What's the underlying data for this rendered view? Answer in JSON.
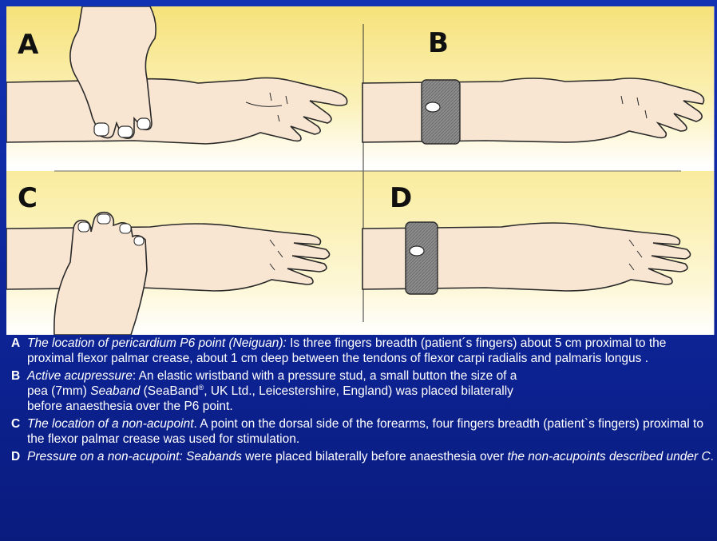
{
  "panels": [
    {
      "letter": "A"
    },
    {
      "letter": "B"
    },
    {
      "letter": "C"
    },
    {
      "letter": "D"
    }
  ],
  "colors": {
    "page_blue": "#1030b0",
    "panel_yellow": "#f7e98a",
    "skin": "#f9e4cf",
    "band": "#8a8a8a"
  },
  "captions": [
    {
      "letter": "A",
      "italic_lead": "The location of pericardium P6 point (Neiguan):",
      "text": " Is three fingers breadth (patient´s fingers) about 5 cm proximal to the proximal flexor palmar crease, about 1 cm deep between the tendons of flexor carpi radialis and palmaris longus ."
    },
    {
      "letter": "B",
      "italic_lead": "Active acupressure",
      "text_1": ": An elastic wristband with a pressure stud, a small button the size of a pea (7mm) ",
      "italic_mid": "Seaband",
      "text_2": " (SeaBand",
      "sup": "®",
      "text_3": ", UK Ltd., Leicestershire, England) was placed bilaterally before anaesthesia over the P6 point."
    },
    {
      "letter": "C",
      "italic_lead": "The location of a non-acupoint",
      "text": ". A point on the dorsal side of the forearms, four fingers breadth (patient`s fingers) proximal to the flexor palmar crease was used for stimulation."
    },
    {
      "letter": "D",
      "italic_lead": "Pressure on a non-acupoint: Seabands",
      "text_1": "  were placed bilaterally before anaesthesia over ",
      "italic_end": "the non-acupoints described under C",
      "text_2": "."
    }
  ]
}
